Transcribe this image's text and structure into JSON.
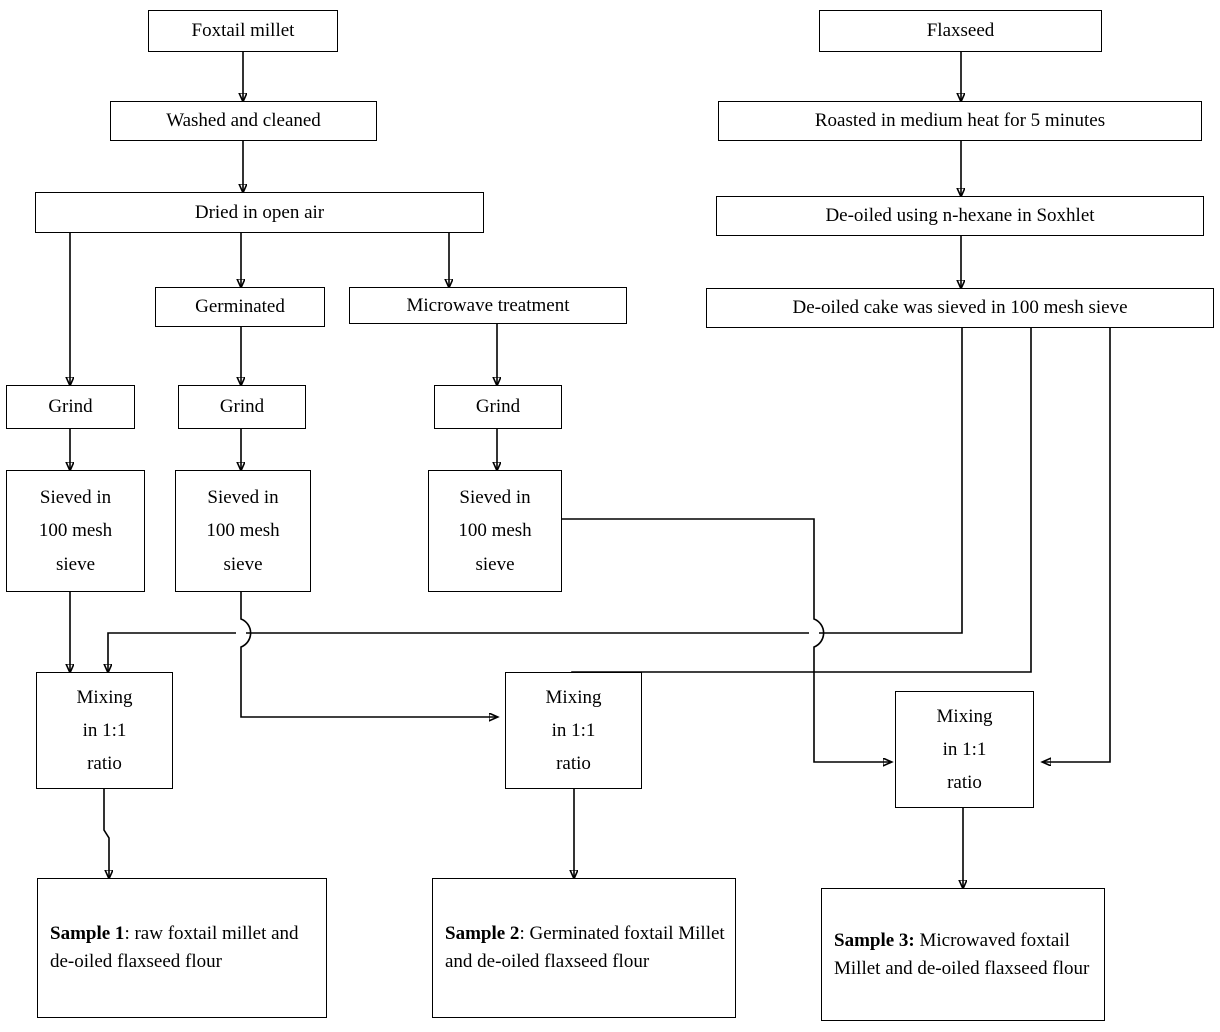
{
  "diagram": {
    "title": "Flowchart of preparation of foxtail millet and de-oiled flaxseed composite flour samples",
    "type": "process-flowchart",
    "colors": {
      "stroke": "#000000",
      "background": "#ffffff",
      "text": "#000000"
    },
    "nodes": [
      {
        "id": "foxtail_millet",
        "label": "Foxtail millet",
        "lines": [
          "Foxtail millet"
        ]
      },
      {
        "id": "washed_cleaned",
        "label": "Washed and cleaned",
        "lines": [
          "Washed and cleaned"
        ]
      },
      {
        "id": "dried_open_air",
        "label": "Dried in open air",
        "lines": [
          "Dried in open air"
        ]
      },
      {
        "id": "germinated",
        "label": "Germinated",
        "lines": [
          "Germinated"
        ]
      },
      {
        "id": "microwave",
        "label": "Microwave treatment",
        "lines": [
          "Microwave treatment"
        ]
      },
      {
        "id": "grind_1",
        "label": "Grind",
        "lines": [
          "Grind"
        ]
      },
      {
        "id": "grind_2",
        "label": "Grind",
        "lines": [
          "Grind"
        ]
      },
      {
        "id": "grind_3",
        "label": "Grind",
        "lines": [
          "Grind"
        ]
      },
      {
        "id": "sieved_1",
        "label": "Sieved in 100 mesh sieve",
        "lines": [
          "Sieved in",
          "100 mesh",
          "sieve"
        ]
      },
      {
        "id": "sieved_2",
        "label": "Sieved in 100 mesh sieve",
        "lines": [
          "Sieved in",
          "100 mesh",
          "sieve"
        ]
      },
      {
        "id": "sieved_3",
        "label": "Sieved in 100 mesh sieve",
        "lines": [
          "Sieved in",
          "100 mesh",
          "sieve"
        ]
      },
      {
        "id": "flaxseed",
        "label": "Flaxseed",
        "lines": [
          "Flaxseed"
        ]
      },
      {
        "id": "roasted",
        "label": "Roasted in medium heat for 5 minutes",
        "lines": [
          "Roasted in medium heat for 5 minutes"
        ]
      },
      {
        "id": "deoiled",
        "label": "De-oiled using n-hexane in Soxhlet",
        "lines": [
          "De-oiled using n-hexane in Soxhlet"
        ]
      },
      {
        "id": "deoiled_cake",
        "label": "De-oiled cake was sieved in 100 mesh sieve",
        "lines": [
          "De-oiled cake was sieved in 100 mesh sieve"
        ]
      },
      {
        "id": "mixing_1",
        "label": "Mixing in 1:1 ratio",
        "lines": [
          "Mixing",
          "in 1:1",
          "ratio"
        ]
      },
      {
        "id": "mixing_2",
        "label": "Mixing in 1:1 ratio",
        "lines": [
          "Mixing",
          "in 1:1",
          "ratio"
        ]
      },
      {
        "id": "mixing_3",
        "label": "Mixing in 1:1 ratio",
        "lines": [
          "Mixing",
          "in 1:1",
          "ratio"
        ]
      },
      {
        "id": "sample_1",
        "label": "Sample 1: raw foxtail millet and de-oiled flaxseed flour",
        "strong": "Sample 1",
        "sep": ": ",
        "rest": "raw foxtail millet and de-oiled flaxseed flour"
      },
      {
        "id": "sample_2",
        "label": "Sample 2: Germinated foxtail Millet and de-oiled flaxseed flour",
        "strong": "Sample 2",
        "sep": ": ",
        "rest": "Germinated foxtail Millet and de-oiled flaxseed flour"
      },
      {
        "id": "sample_3",
        "label": "Sample 3: Microwaved foxtail Millet and de-oiled flaxseed flour",
        "strong": "Sample 3:",
        "sep": " ",
        "rest": "Microwaved foxtail Millet and de-oiled flaxseed flour"
      }
    ],
    "edges": [
      {
        "from": "foxtail_millet",
        "to": "washed_cleaned",
        "arrow": true
      },
      {
        "from": "washed_cleaned",
        "to": "dried_open_air",
        "arrow": true
      },
      {
        "from": "dried_open_air",
        "to": "grind_1",
        "arrow": true
      },
      {
        "from": "dried_open_air",
        "to": "germinated",
        "arrow": true
      },
      {
        "from": "dried_open_air",
        "to": "microwave",
        "arrow": true
      },
      {
        "from": "germinated",
        "to": "grind_2",
        "arrow": true
      },
      {
        "from": "microwave",
        "to": "grind_3",
        "arrow": true
      },
      {
        "from": "grind_1",
        "to": "sieved_1",
        "arrow": true
      },
      {
        "from": "grind_2",
        "to": "sieved_2",
        "arrow": true
      },
      {
        "from": "grind_3",
        "to": "sieved_3",
        "arrow": true
      },
      {
        "from": "sieved_1",
        "to": "mixing_1",
        "arrow": true
      },
      {
        "from": "sieved_2",
        "to": "mixing_2",
        "arrow": true
      },
      {
        "from": "sieved_3",
        "to": "mixing_3",
        "arrow": true
      },
      {
        "from": "flaxseed",
        "to": "roasted",
        "arrow": true
      },
      {
        "from": "roasted",
        "to": "deoiled",
        "arrow": true
      },
      {
        "from": "deoiled",
        "to": "deoiled_cake",
        "arrow": true
      },
      {
        "from": "deoiled_cake",
        "to": "mixing_1",
        "arrow": true
      },
      {
        "from": "deoiled_cake",
        "to": "mixing_2",
        "arrow": true
      },
      {
        "from": "deoiled_cake",
        "to": "mixing_3",
        "arrow": true
      },
      {
        "from": "mixing_1",
        "to": "sample_1",
        "arrow": true
      },
      {
        "from": "mixing_2",
        "to": "sample_2",
        "arrow": true
      },
      {
        "from": "mixing_3",
        "to": "sample_3",
        "arrow": true
      }
    ]
  }
}
